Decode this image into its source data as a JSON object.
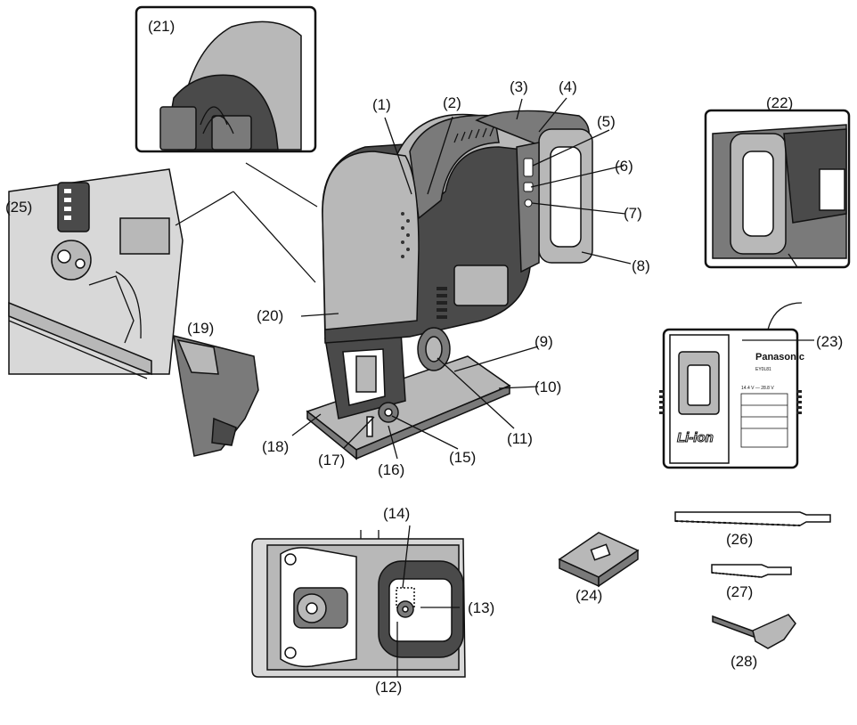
{
  "labels": {
    "l1": "(1)",
    "l2": "(2)",
    "l3": "(3)",
    "l4": "(4)",
    "l5": "(5)",
    "l6": "(6)",
    "l7": "(7)",
    "l8": "(8)",
    "l9": "(9)",
    "l10": "(10)",
    "l11": "(11)",
    "l12": "(12)",
    "l13": "(13)",
    "l14": "(14)",
    "l15": "(15)",
    "l16": "(16)",
    "l17": "(17)",
    "l18": "(18)",
    "l19": "(19)",
    "l20": "(20)",
    "l21": "(21)",
    "l22": "(22)",
    "l23": "(23)",
    "l24": "(24)",
    "l25": "(25)",
    "l26": "(26)",
    "l27": "(27)",
    "l28": "(28)"
  },
  "charger": {
    "brand": "Panasonic",
    "model": "EY0L81",
    "voltage": "14.4 V — 28.8 V",
    "battery_type": "Li-ion"
  }
}
